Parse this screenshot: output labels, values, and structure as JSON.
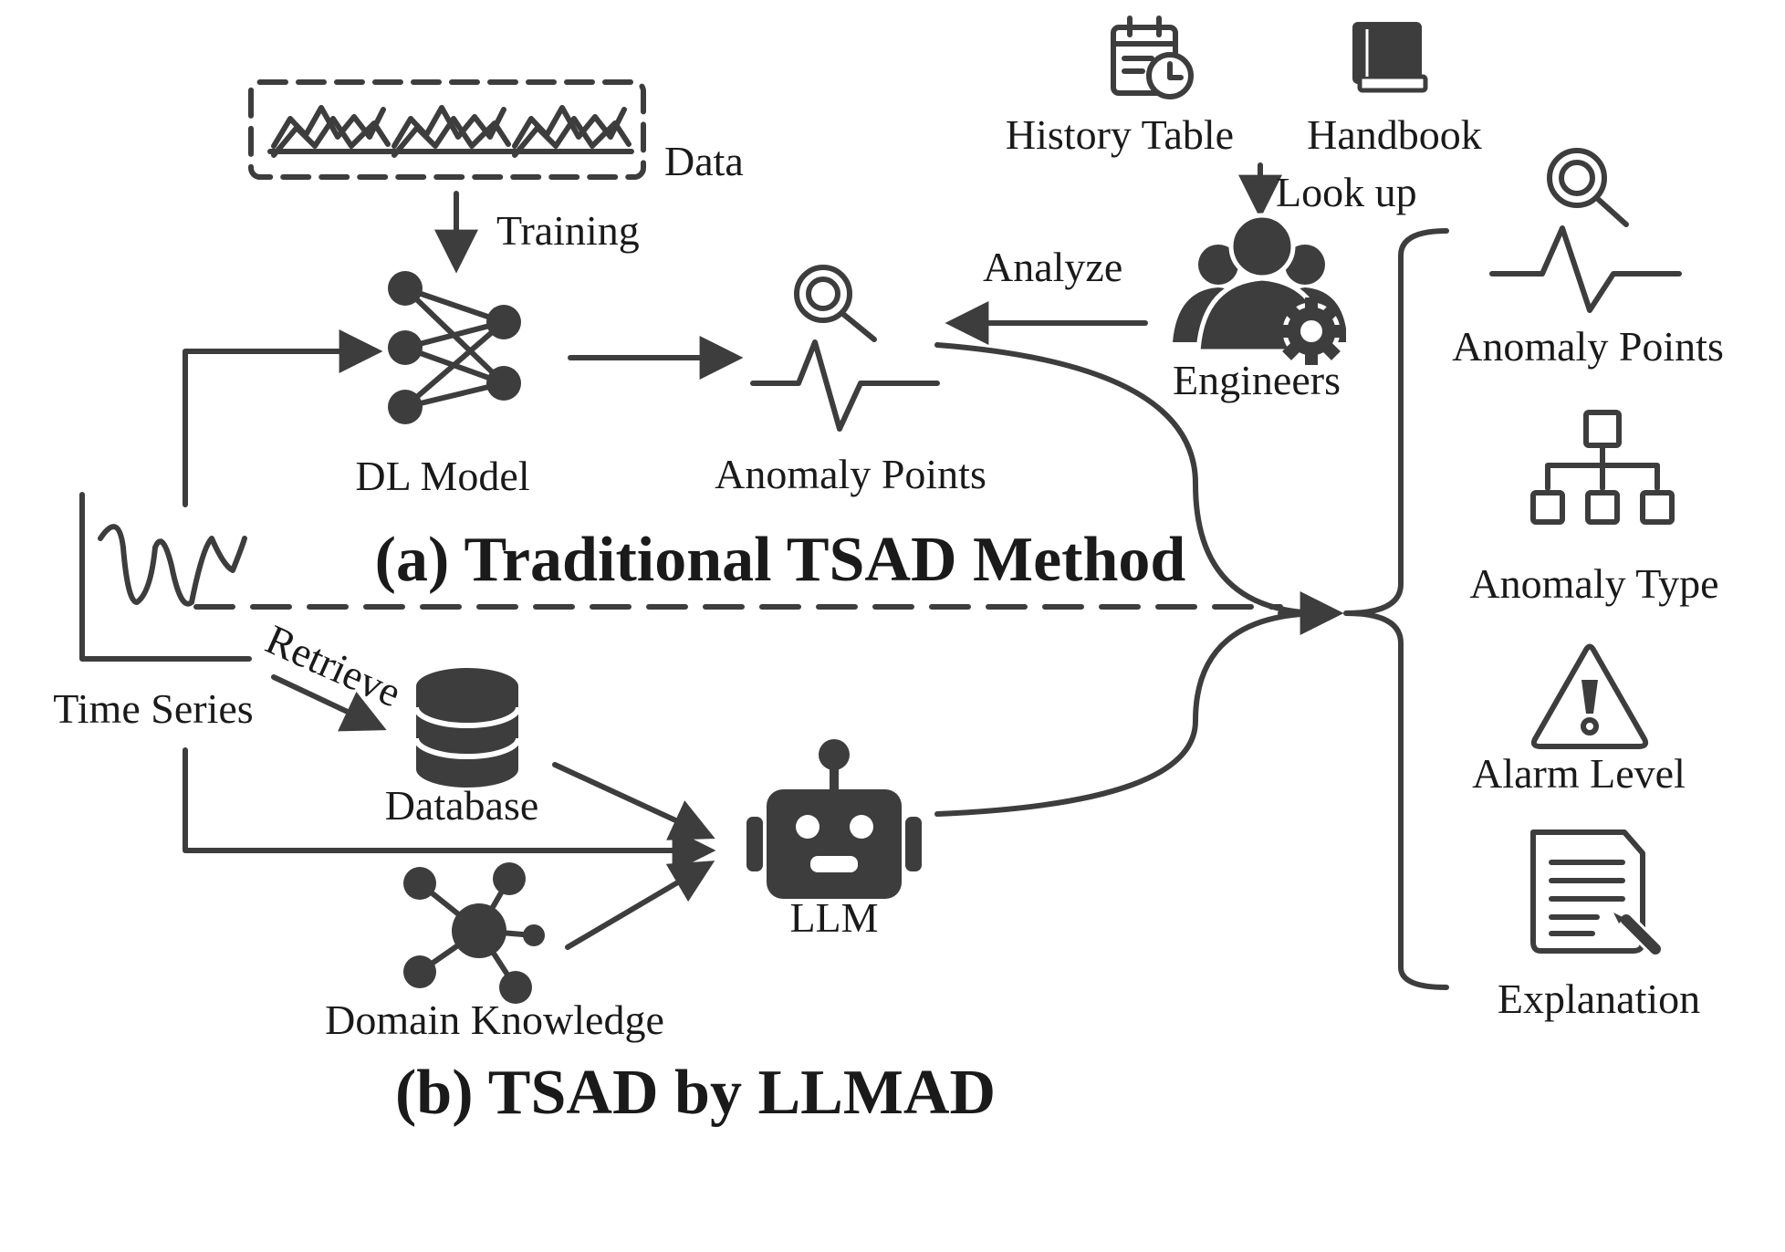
{
  "labels": {
    "data": "Data",
    "training": "Training",
    "dl_model": "DL Model",
    "anomaly_points_a": "Anomaly Points",
    "analyze": "Analyze",
    "history_table": "History Table",
    "handbook": "Handbook",
    "look_up": "Look up",
    "engineers": "Engineers",
    "time_series": "Time Series",
    "retrieve": "Retrieve",
    "database": "Database",
    "llm": "LLM",
    "domain_knowledge": "Domain Knowledge"
  },
  "titles": {
    "traditional": "(a) Traditional TSAD Method",
    "llmad": "(b) TSAD by LLMAD"
  },
  "outputs": [
    {
      "label": "Anomaly Points",
      "icon": "anomaly-search-icon"
    },
    {
      "label": "Anomaly Type",
      "icon": "hierarchy-icon"
    },
    {
      "label": "Alarm Level",
      "icon": "warning-icon"
    },
    {
      "label": "Explanation",
      "icon": "document-icon"
    }
  ],
  "colors": {
    "ink": "#3d3d3d",
    "text": "#1a1a1a",
    "background": "#ffffff"
  }
}
